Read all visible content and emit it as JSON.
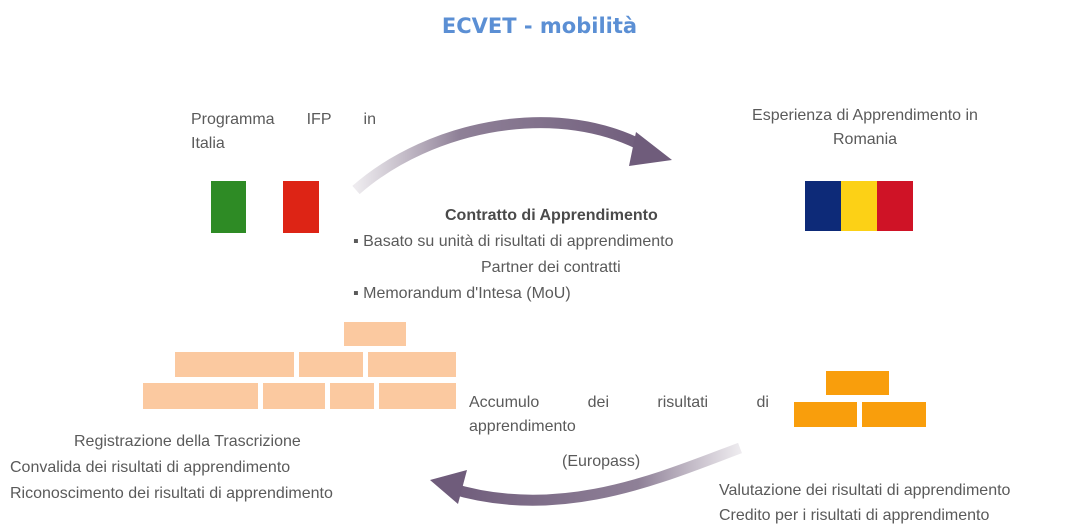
{
  "title": "ECVET - mobilità",
  "program": {
    "line1_words": [
      "Programma",
      "IFP",
      "in"
    ],
    "line2": "Italia"
  },
  "experience": {
    "line1": "Esperienza di Apprendimento in",
    "line2": "Romania"
  },
  "flags": {
    "italy": [
      "#2e8b25",
      "#ffffff",
      "#dd2415"
    ],
    "romania": [
      "#0d2a78",
      "#fcd116",
      "#cf1326"
    ]
  },
  "contract": {
    "title": "Contratto di Apprendimento",
    "items": [
      "▪ Basato su unità di risultati di apprendimento",
      "Partner dei contratti",
      "▪ Memorandum d'Intesa (MoU)"
    ]
  },
  "accumulation": {
    "line1_words": [
      "Accumulo",
      "dei",
      "risultati",
      "di"
    ],
    "line2": "apprendimento",
    "note": "(Europass)"
  },
  "recognition": {
    "items": [
      "Registrazione della Trascrizione",
      "Convalida dei risultati di apprendimento",
      "Riconoscimento dei risultati di apprendimento"
    ]
  },
  "assessment": {
    "items": [
      "Valutazione dei risultati di apprendimento",
      "Credito per i risultati di apprendimento"
    ]
  },
  "colors": {
    "title": "#5b8fd4",
    "arrow": "#7b6a85",
    "brick_light": "#fbc9a0",
    "brick_orange": "#f99e0c"
  }
}
